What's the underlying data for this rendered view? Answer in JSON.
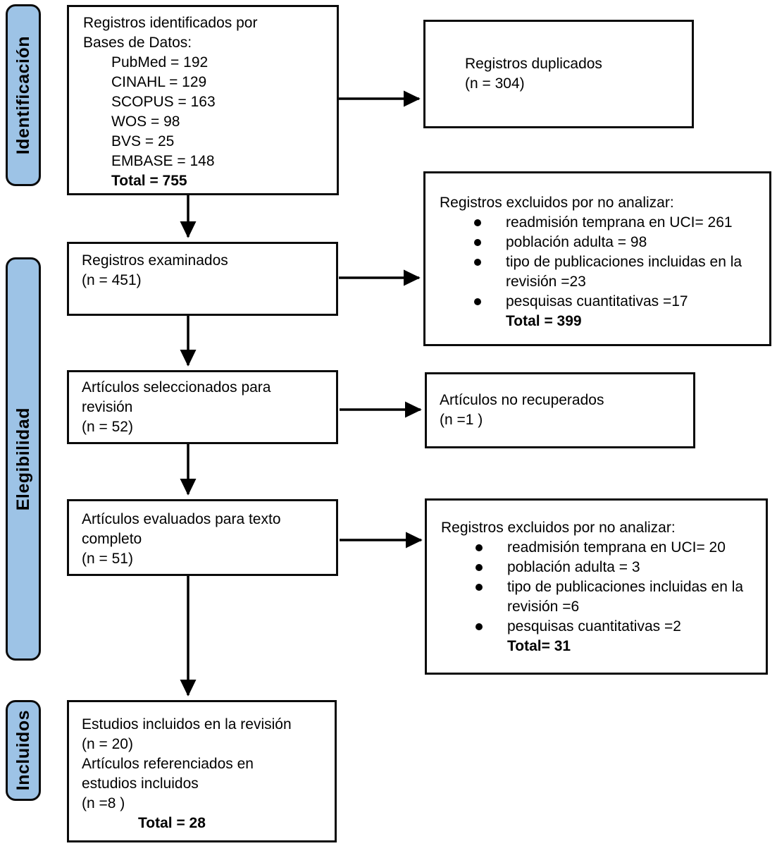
{
  "stage_labels": {
    "identification": "Identificación",
    "eligibility": "Elegibilidad",
    "included": "Incluidos"
  },
  "colors": {
    "stage_fill": "#9dc3e6",
    "border": "#0b0b0b",
    "arrow": "#000000",
    "background": "#ffffff"
  },
  "boxes": {
    "identified": {
      "intro_lines": [
        "Registros identificados por",
        "Bases de Datos:"
      ],
      "databases": [
        "PubMed = 192",
        "CINAHL = 129",
        "SCOPUS = 163",
        "WOS = 98",
        "BVS = 25",
        "EMBASE = 148"
      ],
      "total": "Total = 755"
    },
    "duplicates": {
      "lines": [
        "Registros duplicados",
        "(n = 304)"
      ]
    },
    "excluded_screening": {
      "title": "Registros excluidos por no analizar:",
      "reasons": [
        "readmisión temprana en UCI= 261",
        "población adulta = 98",
        "tipo de publicaciones incluidas en la revisión =23",
        "pesquisas cuantitativas =17"
      ],
      "total": "Total = 399"
    },
    "screened": {
      "lines": [
        "Registros examinados",
        "(n = 451)"
      ]
    },
    "selected": {
      "lines": [
        "Artículos seleccionados para",
        "revisión",
        "(n = 52)"
      ]
    },
    "not_retrieved": {
      "lines": [
        "Artículos no recuperados",
        "(n =1 )"
      ]
    },
    "fulltext": {
      "lines": [
        "Artículos evaluados para texto",
        "completo",
        "(n = 51)"
      ]
    },
    "excluded_fulltext": {
      "title": "Registros excluidos por no analizar:",
      "reasons": [
        "readmisión temprana en UCI= 20",
        "población adulta = 3",
        "tipo de publicaciones incluidas en la revisión =6",
        "pesquisas cuantitativas =2"
      ],
      "total": "Total= 31"
    },
    "included": {
      "lines": [
        "Estudios incluidos en la revisión",
        "(n = 20)",
        "Artículos referenciados en",
        "estudios incluidos",
        "(n =8 )"
      ],
      "total": "Total = 28"
    }
  }
}
